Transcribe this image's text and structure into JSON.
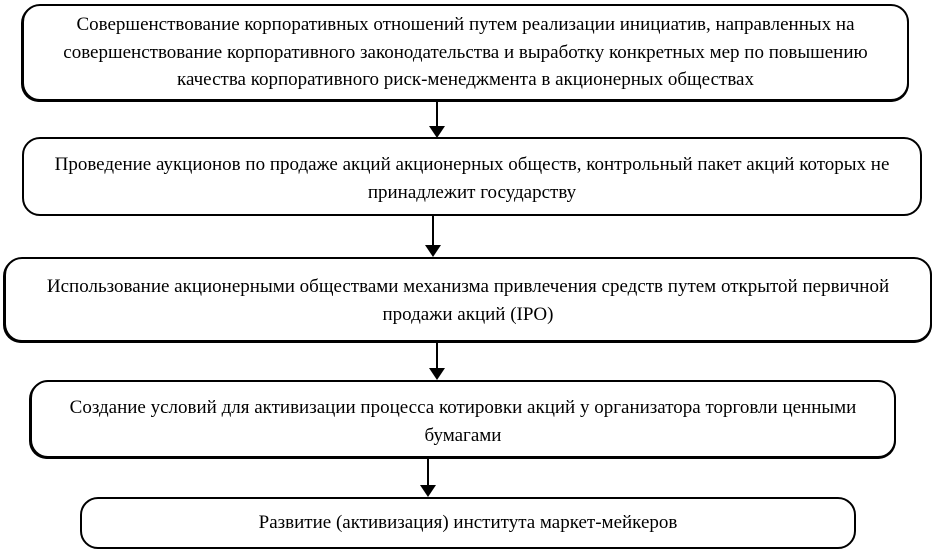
{
  "flowchart": {
    "title": "",
    "boxes": [
      {
        "text": "Совершенствование корпоративных отношений путем реализации инициатив, направленных на совершенствование корпоративного законодательства и выработку конкретных мер по повышению качества корпоративного риск-менеджмента в акционерных обществах"
      },
      {
        "text": "Проведение аукционов по продаже акций акционерных обществ, контрольный пакет акций которых не принадлежит государству"
      },
      {
        "text": "Использование акционерными обществами механизма привлечения средств путем открытой первичной продажи акций (IPO)"
      },
      {
        "text": "Создание условий для активизации процесса котировки акций у организатора торговли ценными бумагами"
      },
      {
        "text": "Развитие (активизация) института маркет-мейкеров"
      }
    ],
    "connectors": [
      {
        "from": 1,
        "to": 2,
        "type": "down-arrow"
      },
      {
        "from": 2,
        "to": 3,
        "type": "down-arrow"
      },
      {
        "from": 3,
        "to": 4,
        "type": "down-arrow"
      },
      {
        "from": 4,
        "to": 5,
        "type": "down-arrow"
      }
    ],
    "colors": {
      "background": "#ffffff",
      "border": "#000000",
      "text": "#000000"
    }
  }
}
